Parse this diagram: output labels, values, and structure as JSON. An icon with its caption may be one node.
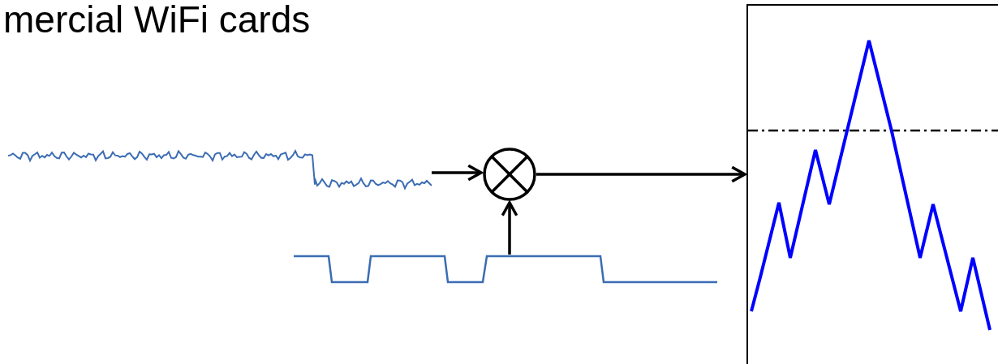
{
  "diagram": {
    "title": "mercial WiFi cards",
    "nodes": [
      {
        "text": [],
        "shape": "wave"
      },
      {
        "text": [],
        "shape": "circle"
      },
      {
        "text": [],
        "shape": "wave"
      },
      {
        "text": [],
        "shape": "box"
      }
    ],
    "edges": [
      {
        "from": 0,
        "to": 1,
        "arrow": "to"
      },
      {
        "from": 2,
        "to": 1,
        "arrow": "to"
      },
      {
        "from": 1,
        "to": 3,
        "arrow": "to"
      }
    ]
  }
}
